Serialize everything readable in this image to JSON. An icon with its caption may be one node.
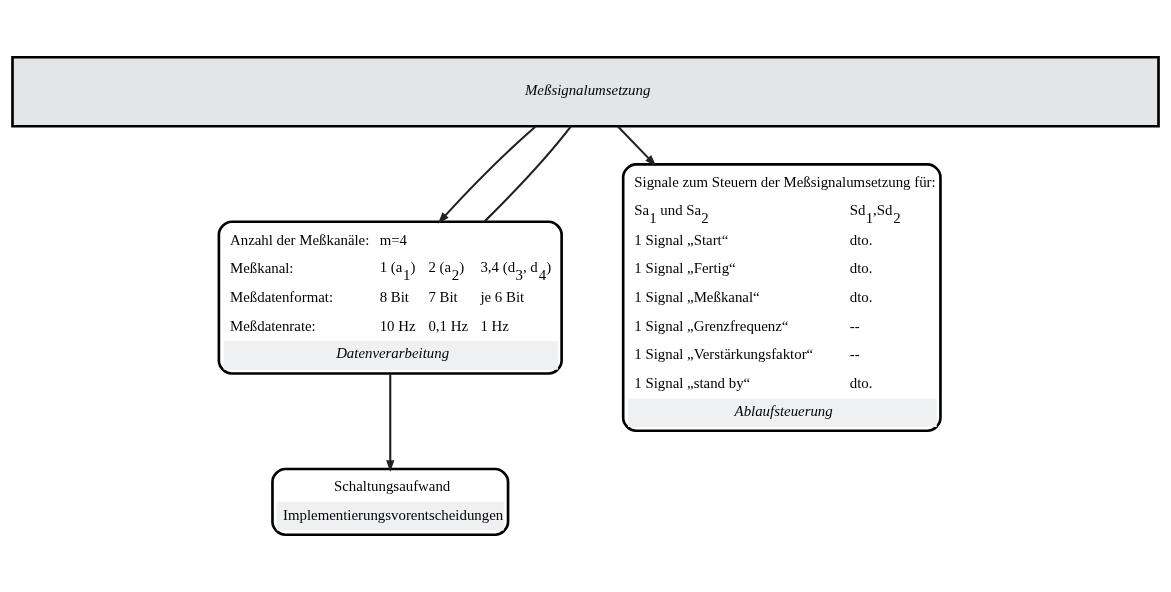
{
  "diagram": {
    "nodes": [
      {
        "text": [
          "Meßsignalumsetzung"
        ]
      },
      {
        "text": [
          "Anzahl der Meßkanäle:",
          "m=4",
          "Meßkanal:",
          "1 (a$_{1}$)",
          "2 (a$_{2}$)",
          "3,4 (d$_{3}$, d$_{4}$)",
          "Meßdatenformat:",
          "8 Bit",
          "7 Bit",
          "je 6 Bit",
          "Meßdatenrate:",
          "10 Hz",
          "0,1 Hz",
          "1 Hz",
          "Datenverarbeitung"
        ]
      },
      {
        "text": [
          "Signale zum Steuern der Meßsignalumsetzung für:",
          "Sa$_{1}$ und Sa$_{2}$",
          "Sd$_{1}$,Sd$_{2}$",
          "1 Signal „Start“",
          "dto.",
          "1 Signal „Fertig“",
          "dto.",
          "1 Signal „Meßkanal“",
          "dto.",
          "1 Signal „Grenzfrequenz“",
          "--",
          "1 Signal „Verstärkungsfaktor“",
          "--",
          "1 Signal „stand by“",
          "dto.",
          "Ablaufsteuerung"
        ]
      },
      {
        "text": [
          "Schaltungsaufwand",
          "Implementierungsvorentscheidungen"
        ]
      }
    ],
    "edges": [
      {
        "from": 0,
        "to": 1,
        "arrow": "to"
      },
      {
        "from": 1,
        "to": 0,
        "arrow": "none"
      },
      {
        "from": 0,
        "to": 2,
        "arrow": "to"
      },
      {
        "from": 1,
        "to": 3,
        "arrow": "to"
      }
    ]
  }
}
